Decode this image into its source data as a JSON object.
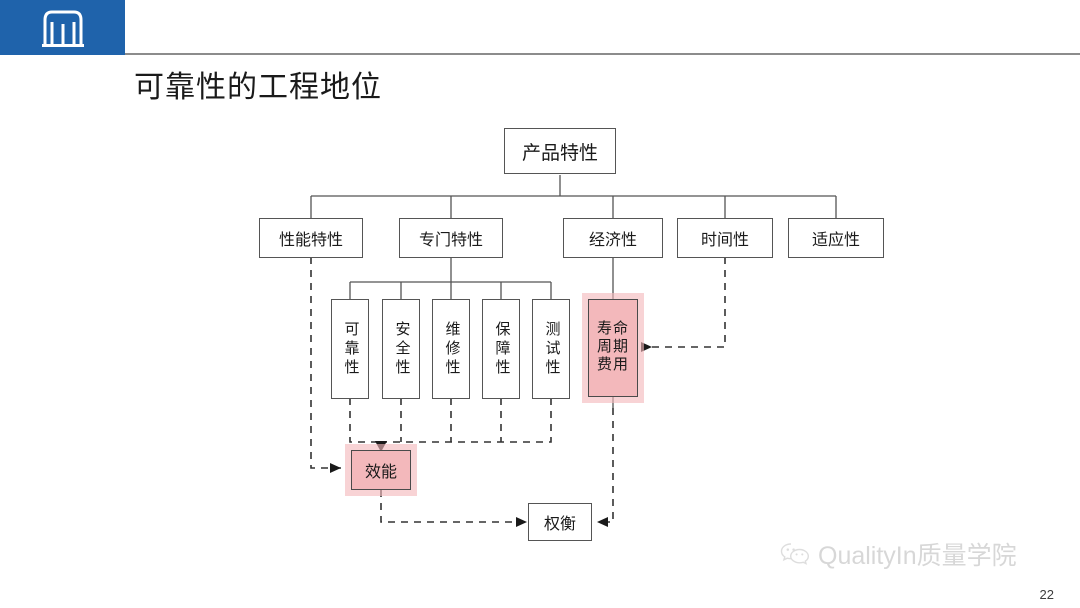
{
  "header": {
    "title": "可靠性的工程地位",
    "logo_icon": "gate-building-logo-icon",
    "logo_color": "#1f63ab",
    "rule_color": "#8c8c8c"
  },
  "diagram": {
    "type": "tree-flowchart",
    "root": {
      "id": "root",
      "label": "产品特性"
    },
    "level2": [
      {
        "id": "perf",
        "label": "性能特性"
      },
      {
        "id": "spec",
        "label": "专门特性"
      },
      {
        "id": "econ",
        "label": "经济性"
      },
      {
        "id": "time",
        "label": "时间性"
      },
      {
        "id": "adapt",
        "label": "适应性"
      }
    ],
    "level3": [
      {
        "id": "rel",
        "label": "可靠性"
      },
      {
        "id": "safe",
        "label": "安全性"
      },
      {
        "id": "main",
        "label": "维修性"
      },
      {
        "id": "supp",
        "label": "保障性"
      },
      {
        "id": "test",
        "label": "测试性"
      }
    ],
    "highlight": [
      {
        "id": "lcc",
        "label": "寿命周期费用",
        "color": "#f3b8bb"
      },
      {
        "id": "eff",
        "label": "效能",
        "color": "#f3b8bb"
      }
    ],
    "tradeoff": {
      "id": "trade",
      "label": "权衡"
    }
  },
  "watermark": {
    "icon": "wechat-icon",
    "text": "QualityIn质量学院"
  },
  "footer": {
    "page_number": "22"
  }
}
